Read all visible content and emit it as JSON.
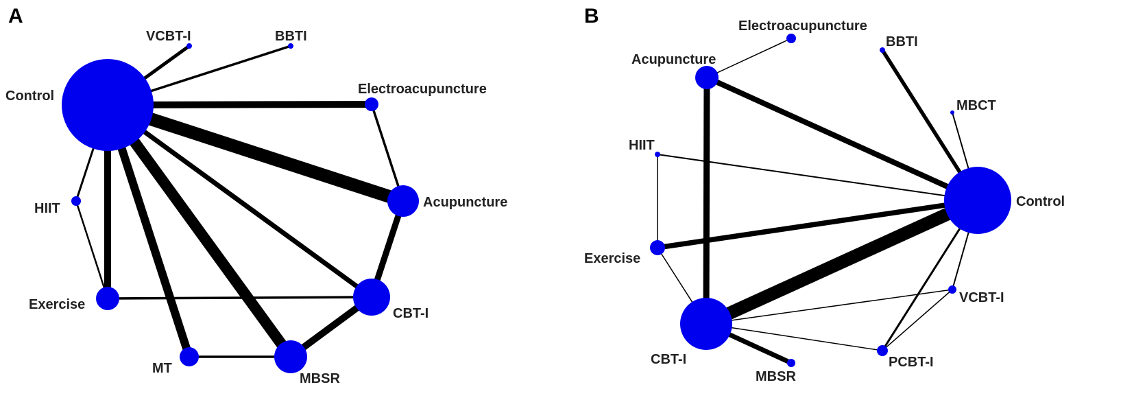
{
  "colors": {
    "node": "#0000ee",
    "edge": "#000000",
    "background": "#ffffff"
  },
  "panels": [
    {
      "id": "A",
      "letter": "A",
      "nodes": [
        {
          "id": "control",
          "label": "Control"
        },
        {
          "id": "vcbt",
          "label": "VCBT-I"
        },
        {
          "id": "bbti",
          "label": "BBTI"
        },
        {
          "id": "electro",
          "label": "Electroacupuncture"
        },
        {
          "id": "acu",
          "label": "Acupuncture"
        },
        {
          "id": "cbti",
          "label": "CBT-I"
        },
        {
          "id": "mbsr",
          "label": "MBSR"
        },
        {
          "id": "mt",
          "label": "MT"
        },
        {
          "id": "exercise",
          "label": "Exercise"
        },
        {
          "id": "hiit",
          "label": "HIIT"
        }
      ],
      "edges": [
        {
          "from": "control",
          "to": "vcbt"
        },
        {
          "from": "control",
          "to": "bbti"
        },
        {
          "from": "control",
          "to": "electro"
        },
        {
          "from": "control",
          "to": "acu"
        },
        {
          "from": "control",
          "to": "cbti"
        },
        {
          "from": "control",
          "to": "mbsr"
        },
        {
          "from": "control",
          "to": "mt"
        },
        {
          "from": "control",
          "to": "exercise"
        },
        {
          "from": "control",
          "to": "hiit"
        },
        {
          "from": "electro",
          "to": "acu"
        },
        {
          "from": "acu",
          "to": "cbti"
        },
        {
          "from": "cbti",
          "to": "mbsr"
        },
        {
          "from": "cbti",
          "to": "exercise"
        },
        {
          "from": "mbsr",
          "to": "mt"
        },
        {
          "from": "hiit",
          "to": "exercise"
        }
      ]
    },
    {
      "id": "B",
      "letter": "B",
      "nodes": [
        {
          "id": "control",
          "label": "Control"
        },
        {
          "id": "electro",
          "label": "Electroacupuncture"
        },
        {
          "id": "bbti",
          "label": "BBTI"
        },
        {
          "id": "mbct",
          "label": "MBCT"
        },
        {
          "id": "acu",
          "label": "Acupuncture"
        },
        {
          "id": "hiit",
          "label": "HIIT"
        },
        {
          "id": "exercise",
          "label": "Exercise"
        },
        {
          "id": "cbti",
          "label": "CBT-I"
        },
        {
          "id": "mbsr",
          "label": "MBSR"
        },
        {
          "id": "pcbt",
          "label": "PCBT-I"
        },
        {
          "id": "vcbt",
          "label": "VCBT-I"
        }
      ],
      "edges": [
        {
          "from": "control",
          "to": "acu"
        },
        {
          "from": "control",
          "to": "bbti"
        },
        {
          "from": "control",
          "to": "mbct"
        },
        {
          "from": "control",
          "to": "hiit"
        },
        {
          "from": "control",
          "to": "exercise"
        },
        {
          "from": "control",
          "to": "cbti"
        },
        {
          "from": "control",
          "to": "vcbt"
        },
        {
          "from": "control",
          "to": "pcbt"
        },
        {
          "from": "acu",
          "to": "electro"
        },
        {
          "from": "acu",
          "to": "cbti"
        },
        {
          "from": "hiit",
          "to": "exercise"
        },
        {
          "from": "exercise",
          "to": "cbti"
        },
        {
          "from": "cbti",
          "to": "mbsr"
        },
        {
          "from": "cbti",
          "to": "vcbt"
        },
        {
          "from": "cbti",
          "to": "pcbt"
        },
        {
          "from": "pcbt",
          "to": "vcbt"
        }
      ]
    }
  ]
}
